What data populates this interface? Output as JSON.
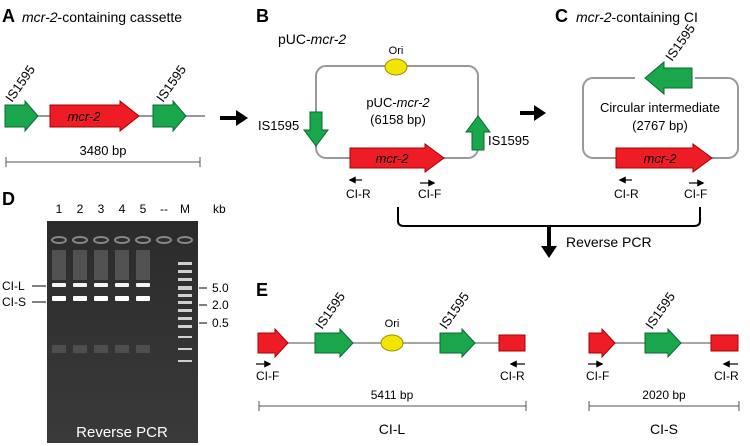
{
  "panelA": {
    "letter": "A",
    "title_italic": "mcr-2",
    "title_rest": "-containing cassette",
    "is_left": "IS1595",
    "gene": "mcr-2",
    "is_right": "IS1595",
    "span": "3480 bp"
  },
  "panelB": {
    "letter": "B",
    "title_prefix": "pUC-",
    "title_italic": "mcr-2",
    "ori": "Ori",
    "center_prefix": "pUC-",
    "center_italic": "mcr-2",
    "center_size": "(6158 bp)",
    "is_left": "IS1595",
    "is_right": "IS1595",
    "gene": "mcr-2",
    "primer_r": "CI-R",
    "primer_f": "CI-F"
  },
  "panelC": {
    "letter": "C",
    "title_italic": "mcr-2",
    "title_rest": "-containing CI",
    "is_top": "IS1595",
    "center_line1": "Circular intermediate",
    "center_line2": "(2767 bp)",
    "gene": "mcr-2",
    "primer_r": "CI-R",
    "primer_f": "CI-F"
  },
  "reverse_pcr": "Reverse PCR",
  "panelD": {
    "letter": "D",
    "lanes": [
      "1",
      "2",
      "3",
      "4",
      "5",
      "--",
      "M"
    ],
    "kb": "kb",
    "band_labels": [
      "CI-L",
      "CI-S"
    ],
    "markers": [
      "5.0",
      "2.0",
      "0.5"
    ],
    "caption": "Reverse PCR"
  },
  "panelE": {
    "letter": "E",
    "ciL": {
      "is_a": "IS1595",
      "ori": "Ori",
      "is_b": "IS1595",
      "primer_f": "CI-F",
      "primer_r": "CI-R",
      "span": "5411 bp",
      "name": "CI-L"
    },
    "ciS": {
      "is1": "IS1595",
      "primer_f": "CI-F",
      "primer_r": "CI-R",
      "span": "2020 bp",
      "name": "CI-S"
    }
  },
  "colors": {
    "red": "#ee1c24",
    "green": "#1aa64b",
    "ori": "#f2e600",
    "gel": "#2a2a2a"
  }
}
